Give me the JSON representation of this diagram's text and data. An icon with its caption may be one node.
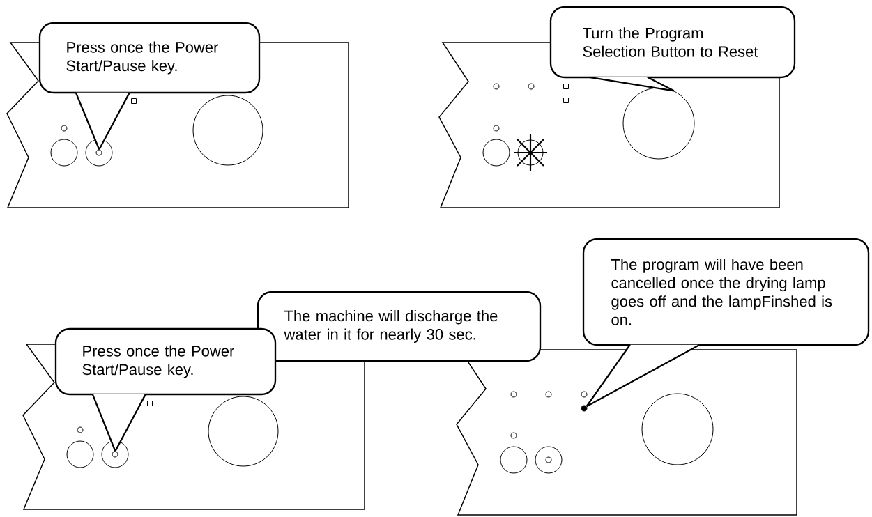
{
  "diagram": {
    "nodes": [
      {
        "text": [
          "Press once the Power Start/Pause key."
        ]
      },
      {
        "text": [],
        "shape": "circle"
      },
      {
        "text": [],
        "shape": "circle"
      },
      {
        "text": [
          "Turn the Program Selection Button to Reset"
        ]
      },
      {
        "text": [],
        "shape": "circle"
      },
      {
        "text": [
          "Press once the Power Start/Pause key."
        ]
      },
      {
        "text": [],
        "shape": "circle"
      },
      {
        "text": [],
        "shape": "circle"
      },
      {
        "text": [
          "The machine will discharge the water in it for nearly 30 sec."
        ]
      },
      {
        "text": [
          "The program will have been cancelled once the drying lamp goes off and the lampFinshed is on."
        ]
      },
      {
        "text": [],
        "shape": "circle"
      },
      {
        "text": [],
        "shape": "circle"
      }
    ],
    "edges": [
      {
        "from": 0,
        "to": 1,
        "arrow": "none"
      },
      {
        "from": 3,
        "to": 4,
        "arrow": "none"
      },
      {
        "from": 5,
        "to": 6,
        "arrow": "none"
      },
      {
        "from": 9,
        "to": 10,
        "arrow": "none"
      }
    ]
  }
}
